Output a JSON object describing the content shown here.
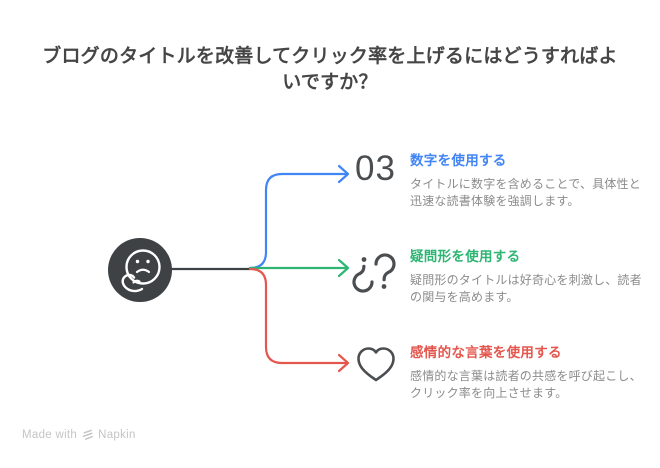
{
  "title": "ブログのタイトルを改善してクリック率を上げるにはどうすればよいですか？",
  "center": {
    "icon": "thinking-face-icon"
  },
  "branches": [
    {
      "icon": "number-03-icon",
      "icon_label": "03",
      "heading": "数字を使用する",
      "body": "タイトルに数字を含めることで、具体性と迅速な読書体験を強調します。"
    },
    {
      "icon": "question-marks-icon",
      "heading": "疑問形を使用する",
      "body": "疑問形のタイトルは好奇心を刺激し、読者の関与を高めます。"
    },
    {
      "icon": "heart-icon",
      "heading": "感情的な言葉を使用する",
      "body": "感情的な言葉は読者の共感を呼び起こし、クリック率を向上させます。"
    }
  ],
  "footer": {
    "made_with": "Made with",
    "brand": "Napkin"
  },
  "colors": {
    "blue": "#4285f4",
    "green": "#2eb573",
    "red": "#e4574e",
    "node-dark": "#3f4245",
    "icon-gray": "#4b4e51",
    "title-gray": "#464646",
    "body-gray": "#8b8b8b",
    "footer-gray": "#c5c5c5"
  }
}
